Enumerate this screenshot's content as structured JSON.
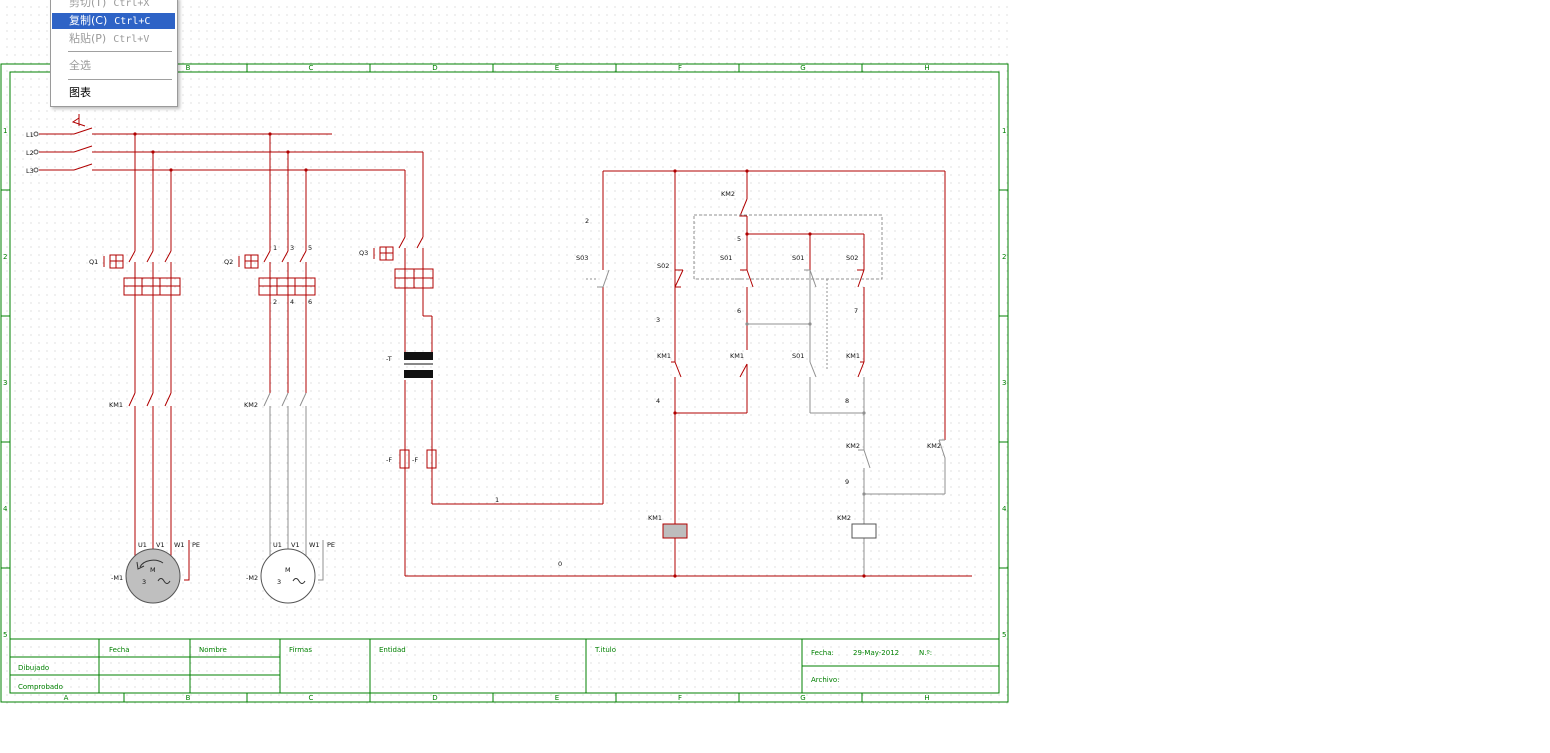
{
  "context_menu": {
    "items": [
      {
        "label": "剪切(T)",
        "shortcut": "Ctrl+X",
        "state": "disabled"
      },
      {
        "label": "复制(C)",
        "shortcut": "Ctrl+C",
        "state": "selected"
      },
      {
        "label": "粘贴(P)",
        "shortcut": "Ctrl+V",
        "state": "disabled"
      },
      {
        "label": "全选",
        "shortcut": "",
        "state": "disabled"
      },
      {
        "label": "图表",
        "shortcut": "",
        "state": "enabled"
      }
    ]
  },
  "frame": {
    "columns": [
      "A",
      "B",
      "C",
      "D",
      "E",
      "F",
      "G",
      "H"
    ],
    "rows": [
      "1",
      "2",
      "3",
      "4",
      "5"
    ]
  },
  "schematic": {
    "phase_labels": [
      "L1",
      "L2",
      "L3"
    ],
    "breakers": [
      "Q1",
      "Q2",
      "Q3"
    ],
    "q2_terminals_top": [
      "1",
      "3",
      "5"
    ],
    "q2_terminals_bottom": [
      "2",
      "4",
      "6"
    ],
    "contactor_main": [
      "KM1",
      "KM2"
    ],
    "motors": [
      {
        "ref": "-M1",
        "terminals": [
          "U1",
          "V1",
          "W1",
          "PE"
        ],
        "symbol": "M",
        "phases": "3"
      },
      {
        "ref": "-M2",
        "terminals": [
          "U1",
          "V1",
          "W1",
          "PE"
        ],
        "symbol": "M",
        "phases": "3"
      }
    ],
    "transformer": "-T",
    "fuses": [
      "-F",
      "-F"
    ],
    "control_labels": {
      "s03": "S03",
      "s02_a": "S02",
      "s01_a": "S01",
      "s01_b": "S01",
      "s02_b": "S02",
      "s01_c": "S01",
      "km2_top": "KM2",
      "km1_a": "KM1",
      "km1_b": "KM1",
      "km1_c": "KM1",
      "km2_b": "KM2",
      "km2_c": "KM2",
      "km1_coil": "KM1",
      "km2_coil": "KM2"
    },
    "wire_numbers": {
      "w2": "2",
      "w5": "5",
      "w3": "3",
      "w6": "6",
      "w7": "7",
      "w4": "4",
      "w8": "8",
      "w9": "9",
      "w1": "1",
      "w0": "0"
    }
  },
  "title_block": {
    "fecha_col": "Fecha",
    "nombre_col": "Nombre",
    "firmas": "Firmas",
    "entidad": "Entidad",
    "titulo": "T.itulo",
    "dibujado": "Dibujado",
    "comprobado": "Comprobado",
    "fecha_label": "Fecha:",
    "fecha_value": "29-May-2012",
    "numero_label": "N.º:",
    "archivo_label": "Archivo:"
  },
  "colors": {
    "frame": "#008000",
    "circuit_power": "#b00000",
    "circuit_inactive": "#909090",
    "selection": "#2e63c6"
  }
}
